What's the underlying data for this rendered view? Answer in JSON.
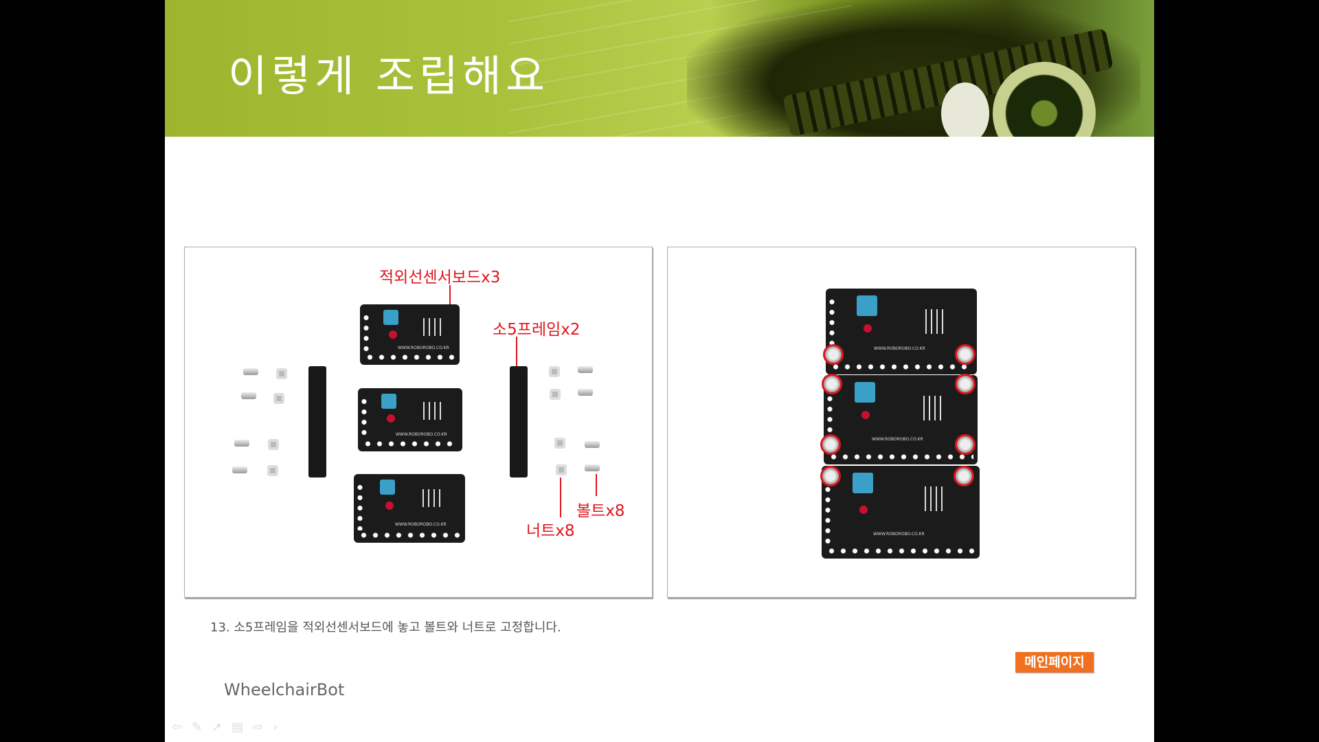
{
  "header": {
    "title": "이렇게 조립해요"
  },
  "left_panel": {
    "labels": {
      "sensor_board": "적외선센서보드x3",
      "frame": "소5프레임x2",
      "bolt": "볼트x8",
      "nut": "너트x8"
    },
    "board_url": "WWW.ROBOROBO.CO.KR"
  },
  "right_panel": {
    "board_url": "WWW.ROBOROBO.CO.KR"
  },
  "caption": "13. 소5프레임을 적외선센서보드에 놓고 볼트와 너트로 고정합니다.",
  "footer": {
    "brand": "WheelchairBot",
    "main_page_button": "메인페이지"
  },
  "nav": {
    "icons": [
      "previous-arrow-icon",
      "pen-icon",
      "pointer-icon",
      "slide-menu-icon",
      "next-arrow-icon",
      "chevron-right-icon"
    ],
    "glyphs": [
      "⇦",
      "✎",
      "➚",
      "▤",
      "⇨",
      "›"
    ]
  },
  "colors": {
    "accent_red": "#e0141c",
    "button_orange": "#f07020",
    "header_green": "#a9c23c"
  }
}
